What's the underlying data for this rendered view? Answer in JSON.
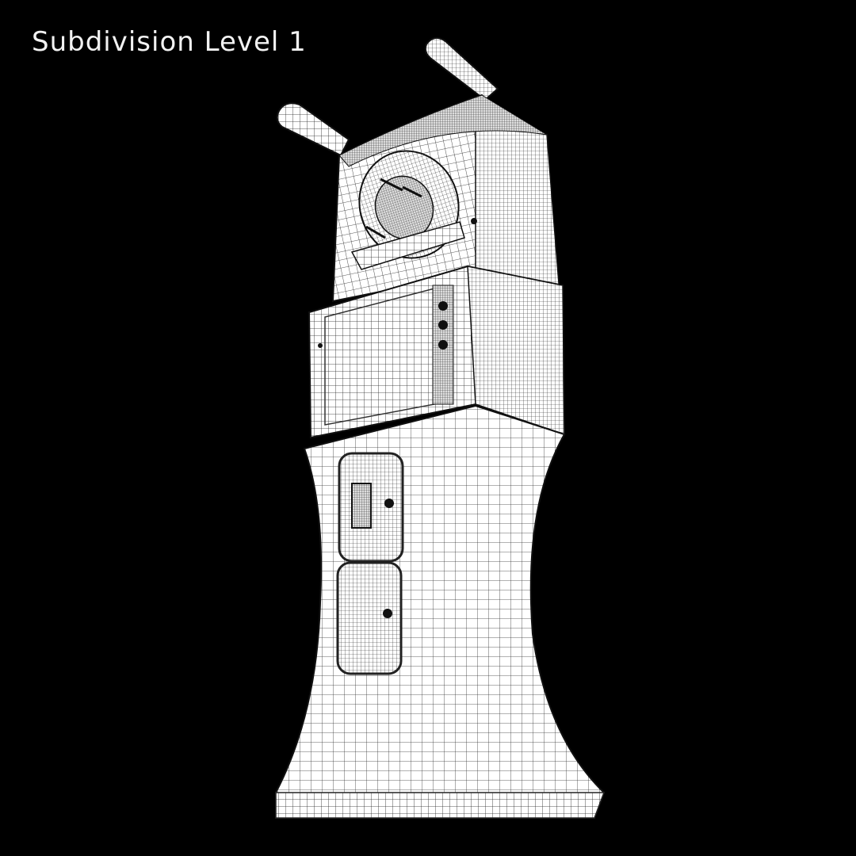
{
  "caption": "Subdivision Level 1",
  "render": {
    "subject": "wireframe-device-model",
    "background": "#000000",
    "mesh_fill": "#ffffff",
    "wire_color": "#1a1a1a",
    "parts": [
      "top-handles",
      "upper-head-with-dial",
      "mid-box-with-three-buttons",
      "waist-with-two-panels",
      "flared-base"
    ]
  }
}
